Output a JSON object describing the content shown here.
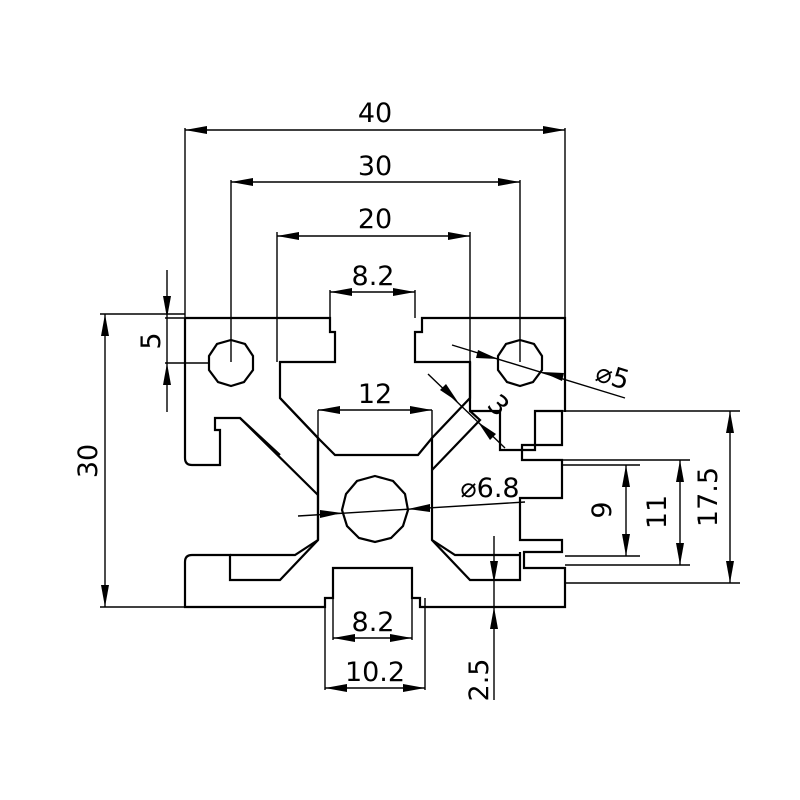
{
  "title": "",
  "dimensions": {
    "w40": "40",
    "w30": "30",
    "w20": "20",
    "top_slot": "8.2",
    "top_offset": "5",
    "height": "30",
    "hole_small": "⌀5",
    "wall": "3",
    "core_width": "12",
    "hole_large": "⌀6.8",
    "right_9": "9",
    "right_11": "11",
    "right_17_5": "17.5",
    "bottom_slot_inner": "8.2",
    "bottom_slot_outer": "10.2",
    "bottom_depth": "2.5"
  },
  "colors": {
    "line": "#000000",
    "background": "#ffffff"
  }
}
